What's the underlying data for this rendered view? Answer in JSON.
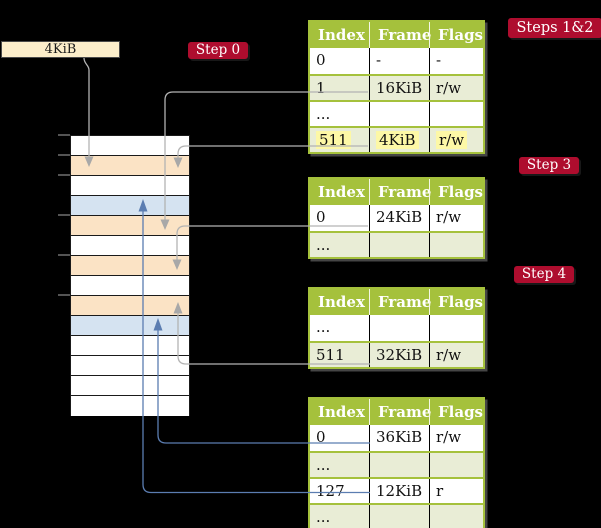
{
  "memory": {
    "size_label": "4KiB",
    "rows": [
      {
        "fill": "plain"
      },
      {
        "fill": "page"
      },
      {
        "fill": "plain"
      },
      {
        "fill": "target"
      },
      {
        "fill": "page"
      },
      {
        "fill": "plain"
      },
      {
        "fill": "page"
      },
      {
        "fill": "plain"
      },
      {
        "fill": "page"
      },
      {
        "fill": "target"
      },
      {
        "fill": "plain"
      },
      {
        "fill": "plain"
      },
      {
        "fill": "plain"
      },
      {
        "fill": "plain"
      }
    ]
  },
  "badges": {
    "step0": "Step 0",
    "steps12": "Steps 1&2",
    "step3": "Step 3",
    "step4": "Step 4"
  },
  "tables": [
    {
      "name": "steps12-table",
      "columns": [
        "Index",
        "Frame",
        "Flags"
      ],
      "rows": [
        {
          "cells": [
            "0",
            "-",
            "-"
          ],
          "shade": false,
          "highlight": false
        },
        {
          "cells": [
            "1",
            "16KiB",
            "r/w"
          ],
          "shade": true,
          "highlight": false
        },
        {
          "cells": [
            "...",
            "",
            ""
          ],
          "shade": false,
          "highlight": false
        },
        {
          "cells": [
            "511",
            "4KiB",
            "r/w"
          ],
          "shade": true,
          "highlight": true
        }
      ]
    },
    {
      "name": "step3-table",
      "columns": [
        "Index",
        "Frame",
        "Flags"
      ],
      "rows": [
        {
          "cells": [
            "0",
            "24KiB",
            "r/w"
          ],
          "shade": false,
          "highlight": false
        },
        {
          "cells": [
            "...",
            "",
            ""
          ],
          "shade": true,
          "highlight": false
        }
      ]
    },
    {
      "name": "step4-table",
      "columns": [
        "Index",
        "Frame",
        "Flags"
      ],
      "rows": [
        {
          "cells": [
            "...",
            "",
            ""
          ],
          "shade": false,
          "highlight": false
        },
        {
          "cells": [
            "511",
            "32KiB",
            "r/w"
          ],
          "shade": true,
          "highlight": false
        }
      ]
    },
    {
      "name": "final-table",
      "columns": [
        "Index",
        "Frame",
        "Flags"
      ],
      "rows": [
        {
          "cells": [
            "0",
            "36KiB",
            "r/w"
          ],
          "shade": false,
          "highlight": false
        },
        {
          "cells": [
            "...",
            "",
            ""
          ],
          "shade": true,
          "highlight": false
        },
        {
          "cells": [
            "127",
            "12KiB",
            "r"
          ],
          "shade": false,
          "highlight": false
        },
        {
          "cells": [
            "...",
            "",
            ""
          ],
          "shade": true,
          "highlight": false
        }
      ]
    }
  ],
  "links": [
    {
      "from": "4KiB-label",
      "to": "memory-row-2",
      "color": "gray"
    },
    {
      "from": "steps12-table index 1 (16KiB)",
      "to": "memory-row-5",
      "color": "gray"
    },
    {
      "from": "steps12-table index 511 (4KiB)",
      "to": "memory-row-2",
      "color": "gray"
    },
    {
      "from": "step3-table index 0 (24KiB)",
      "to": "memory-row-7",
      "color": "gray"
    },
    {
      "from": "step4-table index 511 (32KiB)",
      "to": "memory-row-9",
      "color": "gray"
    },
    {
      "from": "final-table index 0 (36KiB)",
      "to": "memory-row-10",
      "color": "blue"
    },
    {
      "from": "final-table index 127 (12KiB)",
      "to": "memory-row-4",
      "color": "blue"
    }
  ],
  "colors": {
    "table_header_green": "#a5c13c",
    "table_row_shade": "#e9edd6",
    "highlight_yellow": "#fdf8a6",
    "badge_red": "#ae0d2e",
    "memory_page_orange": "#fbe3c5",
    "memory_target_blue": "#d5e3f1",
    "label_cream": "#fceecb",
    "connector_gray": "#b3b3b3",
    "connector_blue": "#5b7db1"
  }
}
